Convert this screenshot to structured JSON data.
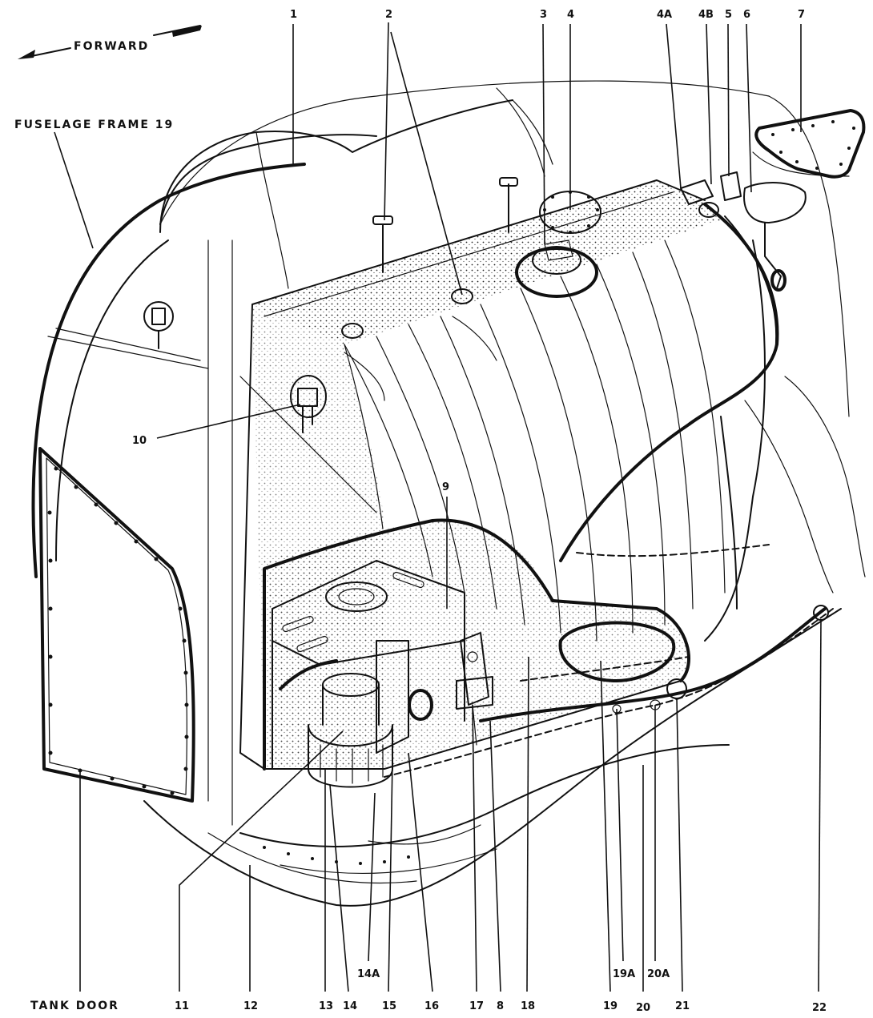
{
  "labels": {
    "forward": "FORWARD",
    "fuselage_frame": "FUSELAGE FRAME 19",
    "tank_door": "TANK DOOR",
    "n1": "1",
    "n2": "2",
    "n3": "3",
    "n4": "4",
    "n4a": "4A",
    "n4b": "4B",
    "n5": "5",
    "n6": "6",
    "n7": "7",
    "n8": "8",
    "n9": "9",
    "n10": "10",
    "n11": "11",
    "n12": "12",
    "n13": "13",
    "n14": "14",
    "n14a": "14A",
    "n15": "15",
    "n16": "16",
    "n17": "17",
    "n18": "18",
    "n19": "19",
    "n19a": "19A",
    "n20": "20",
    "n20a": "20A",
    "n21": "21",
    "n22": "22"
  }
}
